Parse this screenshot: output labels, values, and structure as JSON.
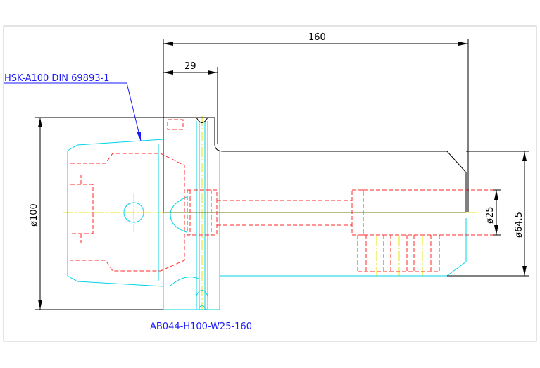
{
  "labels": {
    "standard": "HSK-A100 DIN 69893-1",
    "part_number": "AB044-H100-W25-160"
  },
  "dimensions": {
    "overall_length": "160",
    "flange_length": "29",
    "flange_diameter": "ø100",
    "bore_diameter": "ø25",
    "body_diameter": "ø64.5"
  },
  "colors": {
    "outline": "#00d4e6",
    "hidden_lines": "#ff2a2a",
    "dimension_lines": "#000000",
    "leader": "#1a1aff",
    "center_lines": "#e8e600"
  }
}
